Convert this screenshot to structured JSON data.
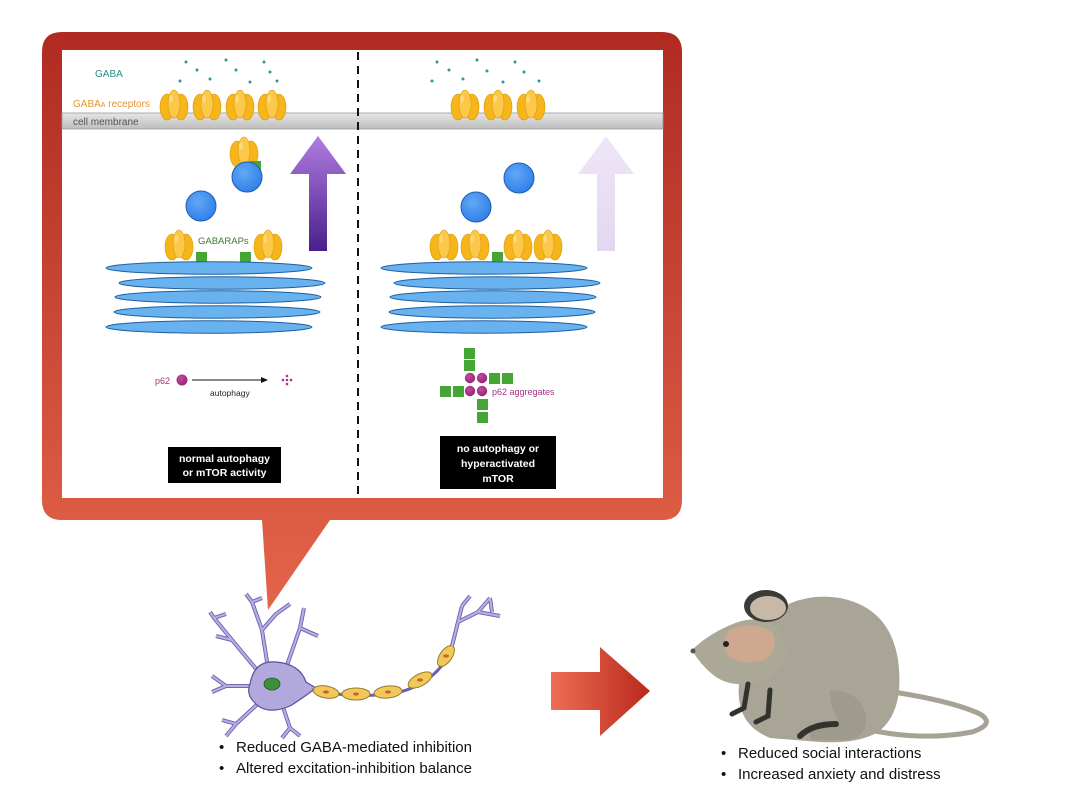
{
  "labels": {
    "gaba": "GABA",
    "gaba_a_receptors": "GABA",
    "gaba_a_subscript": "A",
    "gaba_a_suffix": " receptors",
    "cell_membrane": "cell membrane",
    "gabaraps": "GABARAPs",
    "p62": "p62",
    "autophagy": "autophagy",
    "p62_aggregates": "p62 aggregates"
  },
  "left_panel": {
    "box_line1": "normal autophagy",
    "box_line2": "or mTOR activity"
  },
  "right_panel": {
    "box_line1": "no autophagy or",
    "box_line2": "hyperactivated",
    "box_line3": "mTOR"
  },
  "neuron_effects": [
    "Reduced GABA-mediated inhibition",
    "Altered excitation-inhibition balance"
  ],
  "mouse_effects": [
    "Reduced social interactions",
    "Increased anxiety and distress"
  ],
  "colors": {
    "callout_border": "#d24a38",
    "receptor": "#f5b820",
    "vesicle": "#3d8ff0",
    "golgi": "#6cb6f2",
    "green_tag": "#45a636",
    "p62": "#a63285",
    "arrow_strong": "#6b3aa4",
    "arrow_faded": "#d8c8ec",
    "neuron_body": "#a99fd6",
    "myelin": "#f0c95a",
    "mouse": "#a6a294",
    "flow_arrow": "#d04a2e"
  },
  "icons": {
    "receptor": "gaba-a-receptor-icon",
    "vesicle": "vesicle-icon",
    "neuron": "neuron-icon",
    "mouse": "mouse-icon",
    "flow_arrow": "right-arrow-icon"
  }
}
